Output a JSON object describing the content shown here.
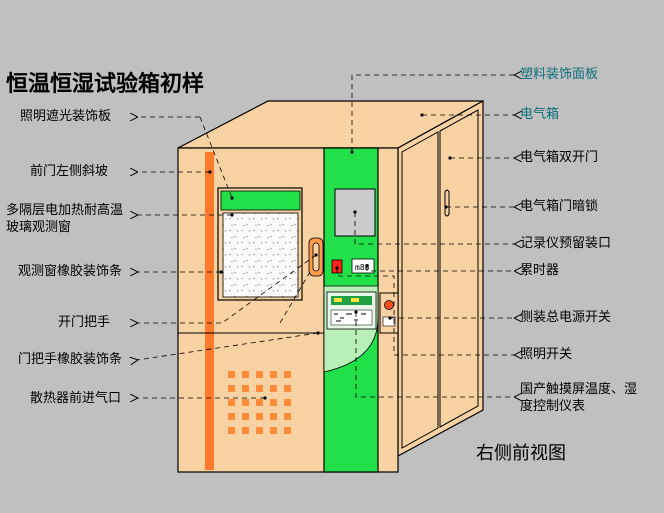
{
  "title": "恒温恒湿试验箱初样",
  "subtitle": "右侧前视图",
  "labels": {
    "panel": "塑料装饰面板",
    "elec_box": "电气箱",
    "elec_double_door": "电气箱双开门",
    "elec_lock": "电气箱门暗锁",
    "recorder": "记录仪预留装口",
    "hour_meter": "累时器",
    "power_switch": "侧装总电源开关",
    "light_switch": "照明开关",
    "controller": "国产触摸屏温度、湿度控制仪表",
    "light_cover": "照明遮光装饰板",
    "slope": "前门左侧斜坡",
    "window": "多隔层电加热耐高温玻璃观测窗",
    "window_strip": "观测窗橡胶装饰条",
    "handle": "开门把手",
    "handle_strip": "门把手橡胶装饰条",
    "vent": "散热器前进气口"
  },
  "colors": {
    "cabinet": "#f8d2a2",
    "outline": "#000000",
    "panel_green": "#22e04a",
    "light_green": "#b8f0b8",
    "stripe": "#ff7a2a",
    "vent": "#ff8c3a",
    "background": "#c0c0c0",
    "teal_text": "#0b6f7c"
  }
}
